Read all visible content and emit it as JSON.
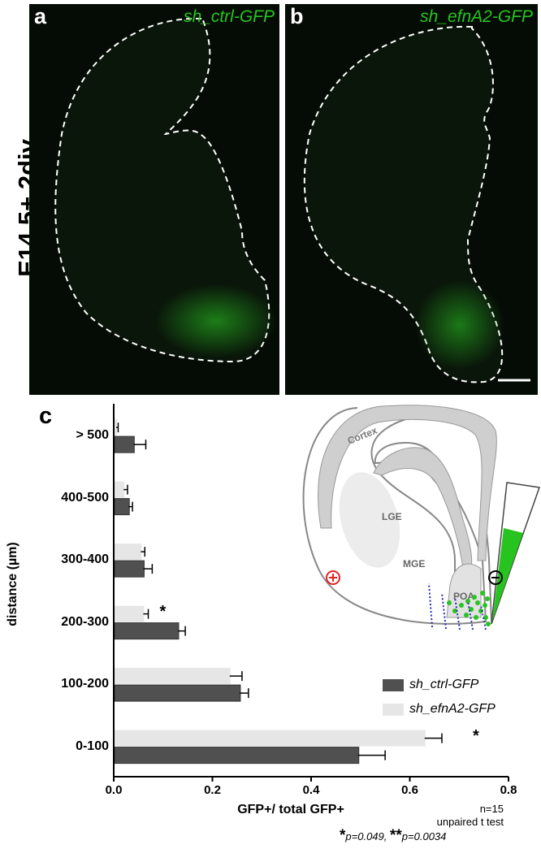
{
  "figure": {
    "side_label": "E14.5+ 2div",
    "panel_a": {
      "letter": "a",
      "title": "sh_ctrl-GFP"
    },
    "panel_b": {
      "letter": "b",
      "title": "sh_efnA2-GFP"
    },
    "panel_c": {
      "letter": "c"
    },
    "diagram_labels": {
      "cortex": "Cortex",
      "lge": "LGE",
      "mge": "MGE",
      "poa": "POA"
    },
    "stats": {
      "n": "n=15",
      "test": "unpaired t test",
      "p1": "p=0.049,",
      "p2": "p=0.0034"
    },
    "colors": {
      "ctrl": "#505050",
      "efnA2": "#e6e6e6",
      "gfp": "#27c41f",
      "plus": "#e32424"
    }
  },
  "chart_data": {
    "type": "bar",
    "orientation": "horizontal",
    "categories": [
      "> 500",
      "400-500",
      "300-400",
      "200-300",
      "100-200",
      "0-100"
    ],
    "series": [
      {
        "name": "sh_ctrl-GFP",
        "values": [
          0.04,
          0.03,
          0.06,
          0.13,
          0.255,
          0.495
        ],
        "errors": [
          0.025,
          0.008,
          0.018,
          0.015,
          0.018,
          0.055
        ]
      },
      {
        "name": "sh_efnA2-GFP",
        "values": [
          0.005,
          0.02,
          0.055,
          0.06,
          0.235,
          0.63
        ],
        "errors": [
          0.004,
          0.008,
          0.008,
          0.01,
          0.025,
          0.035
        ]
      }
    ],
    "significance": [
      "",
      "",
      "",
      "*",
      "",
      "*"
    ],
    "xlabel": "GFP+/ total GFP+",
    "ylabel": "distance (µm)",
    "xlim": [
      0,
      0.8
    ],
    "xticks": [
      "0.0",
      "0.2",
      "0.4",
      "0.6",
      "0.8"
    ],
    "legend_position": "right"
  }
}
